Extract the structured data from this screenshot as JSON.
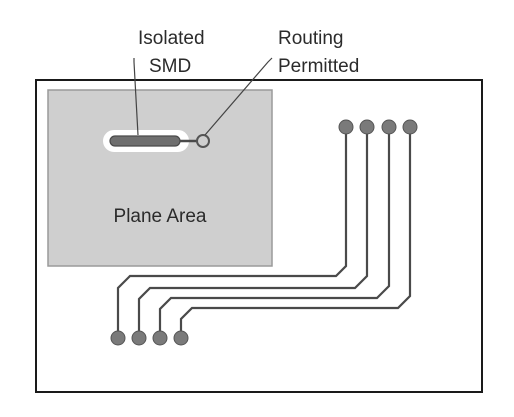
{
  "labels": {
    "isolated_line1": "Isolated",
    "isolated_line2": "SMD",
    "routing_line1": "Routing",
    "routing_line2": "Permitted",
    "plane_area": "Plane Area"
  },
  "colors": {
    "board_outline": "#1a1a1a",
    "plane_fill": "#cfcfcf",
    "plane_border": "#9a9a9a",
    "pad_fill": "#7a7a7a",
    "trace": "#4a4a4a",
    "smd_fill": "#6f6f6f",
    "text": "#2b2b2b"
  }
}
